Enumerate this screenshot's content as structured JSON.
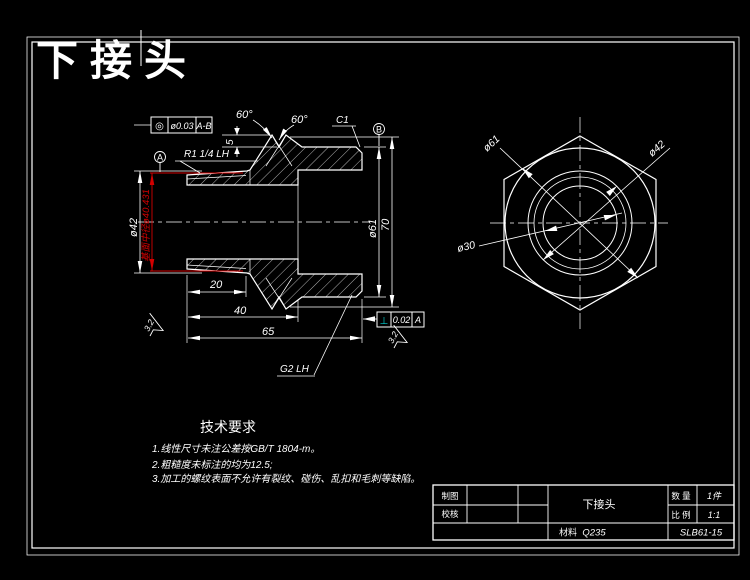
{
  "page_title": "下接头",
  "colors": {
    "background": "#000000",
    "line": "#ffffff",
    "title_red": "#8f0f0f",
    "dim_red": "#d40000",
    "perp_cyan": "#00cccc"
  },
  "main_view": {
    "dims": {
      "d42": "ø42",
      "red_pitch_dia": "基面中径ø40.431",
      "h5": "5",
      "len20": "20",
      "len40": "40",
      "len65": "65",
      "d61": "ø61",
      "len70": "70"
    },
    "labels": {
      "thread_left": "R1 1/4 LH",
      "thread_right": "G2 LH",
      "angle_left": "60°",
      "angle_right": "60°",
      "chamfer": "C1"
    },
    "datum_a": "A",
    "datum_b": "B",
    "fcf_concentricity": {
      "symbol": "◎",
      "value": "ø0.03",
      "datum": "A-B"
    },
    "fcf_perpendicularity": {
      "symbol": "⊥",
      "value": "0.02",
      "datum": "A"
    },
    "roughness_left": "3.2",
    "roughness_right": "3.2"
  },
  "end_view": {
    "d61": "ø61",
    "d42": "ø42",
    "d30": "ø30"
  },
  "tech_requirements": {
    "title": "技术要求",
    "items": [
      "1.线性尺寸未注公差按GB/T 1804-m。",
      "2.粗糙度未标注的均为12.5;",
      "3.加工的螺纹表面不允许有裂纹、碰伤、乱扣和毛刺等缺陷。"
    ]
  },
  "title_block": {
    "drafter_label": "制图",
    "checker_label": "校核",
    "part_name": "下接头",
    "qty_label": "数 量",
    "qty_value": "1件",
    "scale_label": "比 例",
    "scale_value": "1:1",
    "material_label": "材料",
    "material_value": "Q235",
    "drawing_no": "SLB61-15"
  }
}
